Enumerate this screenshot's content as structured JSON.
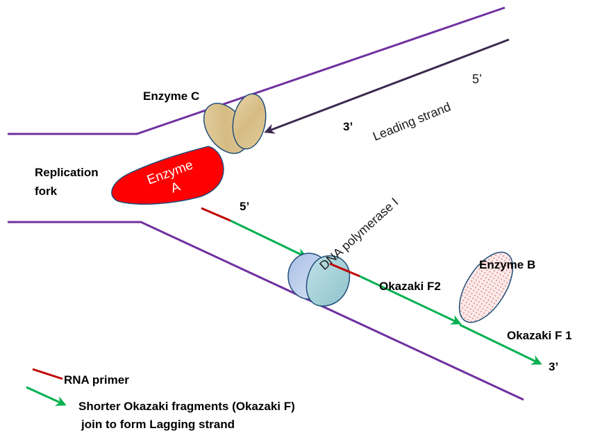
{
  "labels": {
    "enzyme_c": "Enzyme C",
    "five_prime_top": "5’",
    "three_prime_top": "3’",
    "leading_strand": "Leading strand",
    "replication": "Replication",
    "fork": "fork",
    "enzyme_a_line1": "Enzyme",
    "enzyme_a_line2": "A",
    "five_prime_mid": "5’",
    "dna_polymerase": "DNA polymerase I",
    "enzyme_b": "Enzyme B",
    "okazaki_f2": "Okazaki F2",
    "okazaki_f1": "Okazaki F 1",
    "three_prime_bottom": "3’"
  },
  "legend": {
    "rna_primer": "RNA primer",
    "okazaki_line1": "Shorter Okazaki fragments (Okazaki F)",
    "okazaki_line2": "join to form Lagging strand"
  },
  "colors": {
    "backbone": "#7030a0",
    "leading_arrow": "#3b2a4f",
    "rna_primer": "#c00000",
    "okazaki_arrow": "#00b050",
    "enzyme_a_fill": "#ff0000",
    "enzyme_c_fill": "#dcc38f",
    "polymerase_fill": "#b8cce4",
    "enzyme_b_fill": "#f7d7d7"
  }
}
